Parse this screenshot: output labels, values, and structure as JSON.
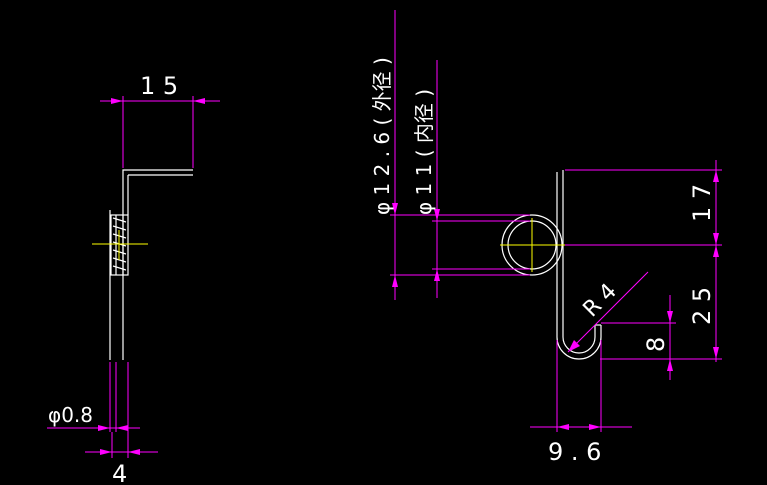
{
  "drawing": {
    "left_view": {
      "width_dim": "1 5",
      "wire_dia_dim": "φ0.8",
      "coil_length_dim": "4"
    },
    "right_view": {
      "outer_dia_dim": "φ 1 2 . 6 ( 外径 )",
      "inner_dia_dim": "φ 1 1 ( 内径 )",
      "upper_height_dim": "1 7",
      "lower_height_dim": "2 5",
      "hook_height_dim": "8",
      "radius_dim": "R 4",
      "hook_width_dim": "9 . 6"
    },
    "colors": {
      "background": "#000000",
      "geometry": "#ffffff",
      "dimension": "#ff00ff",
      "centerline": "#ffff00"
    }
  }
}
